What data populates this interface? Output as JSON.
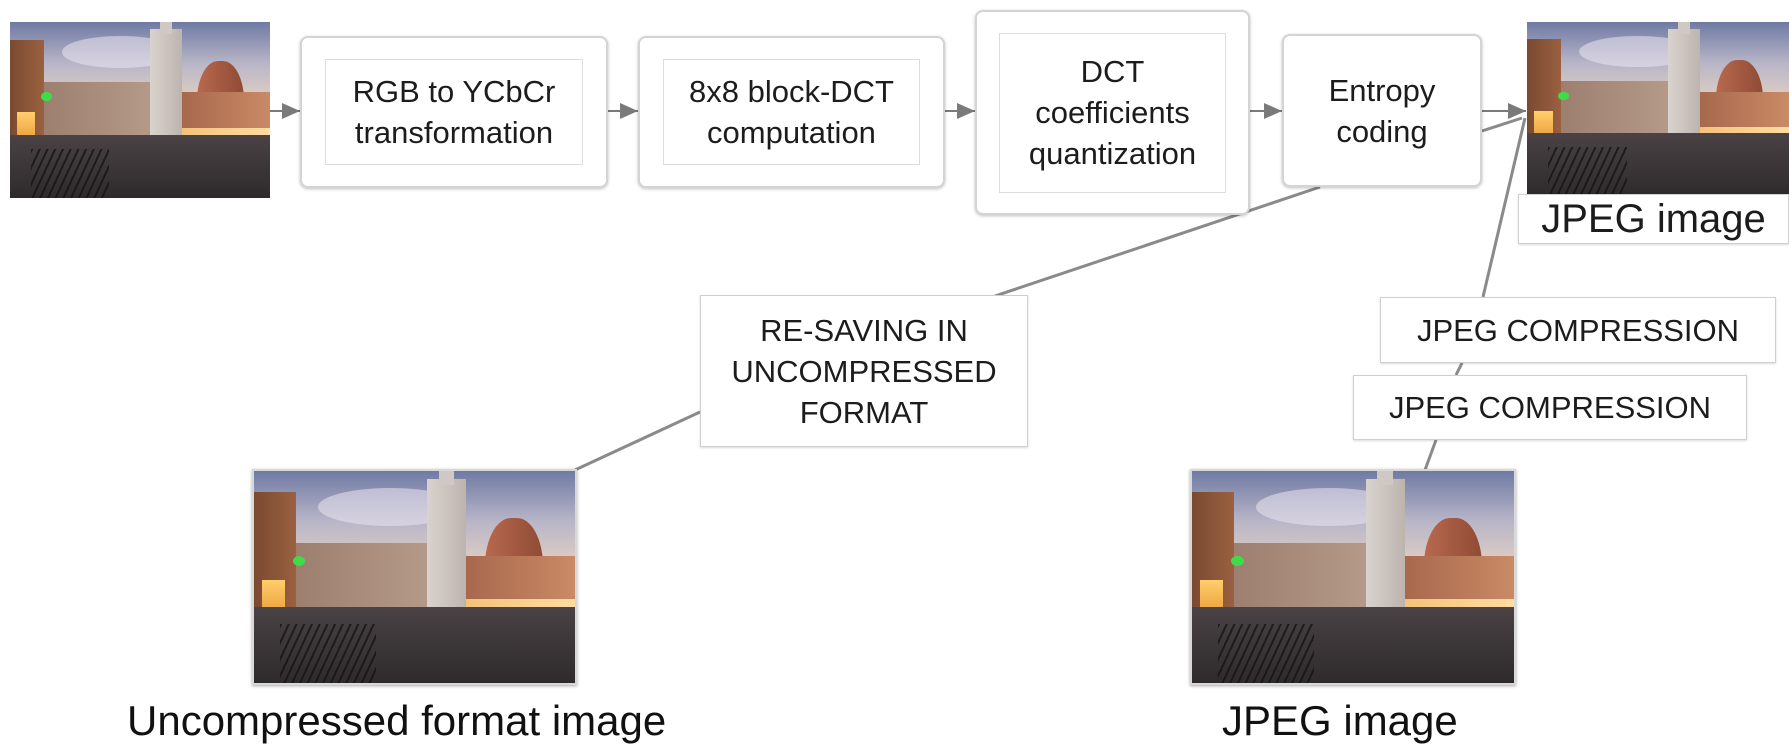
{
  "pipeline": {
    "step1": "RGB to YCbCr\ntransformation",
    "step2": "8x8 block-DCT\ncomputation",
    "step3": "DCT\ncoefficients\nquantization",
    "step4": "Entropy\ncoding"
  },
  "output_caption": "JPEG image",
  "resave_label": "RE-SAVING IN\nUNCOMPRESSED\nFORMAT",
  "compression_labels": [
    "JPEG COMPRESSION",
    "JPEG COMPRESSION"
  ],
  "captions": {
    "uncompressed": "Uncompressed format image",
    "jpeg": "JPEG image"
  },
  "colors": {
    "connector": "#8a8a8a",
    "box_border": "#d4d4d4"
  }
}
